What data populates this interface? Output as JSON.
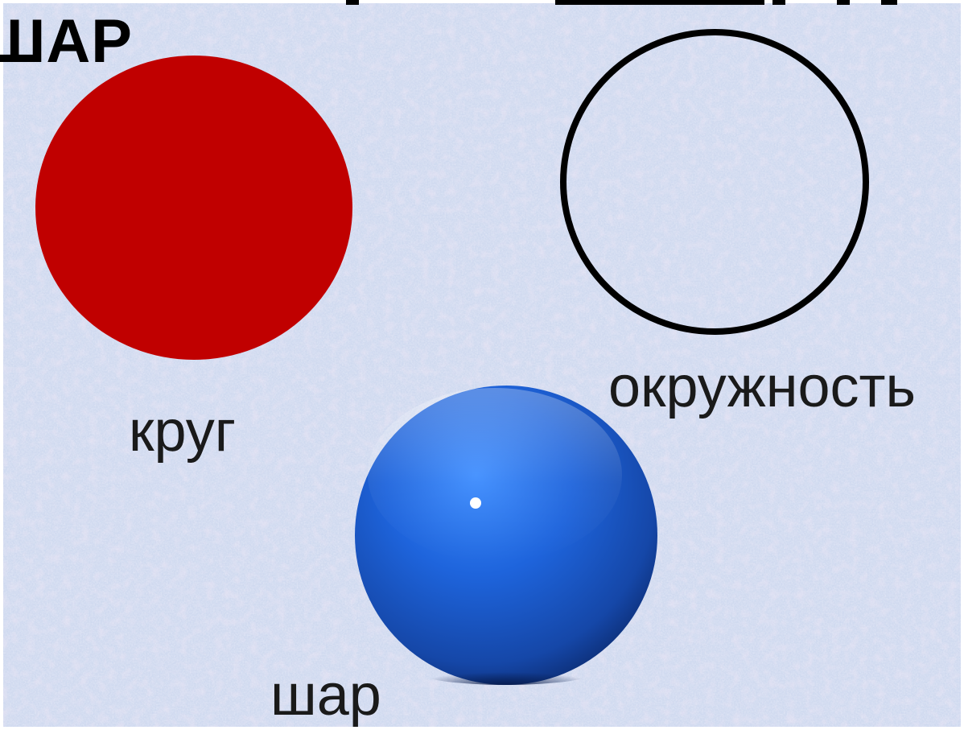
{
  "title_fragment": "ШАР",
  "labels": {
    "circle": "круг",
    "ring": "окружность",
    "sphere": "шар"
  },
  "colors": {
    "background": "#cfd9ef",
    "circle_fill": "#c00000",
    "ring_stroke": "#000000",
    "sphere_base": "#1a5fd0",
    "sphere_highlight": "#ffffff"
  }
}
